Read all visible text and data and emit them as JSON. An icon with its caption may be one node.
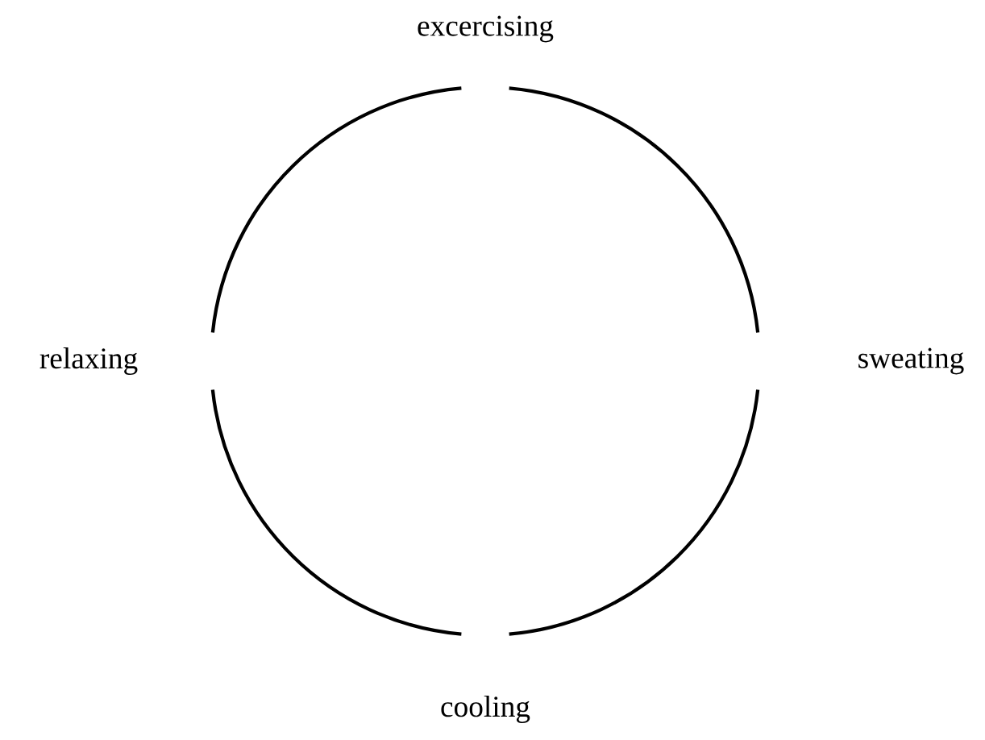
{
  "diagram": {
    "nodes": [
      {
        "text": [
          "excercising"
        ]
      },
      {
        "text": [
          "sweating"
        ]
      },
      {
        "text": [
          "cooling"
        ]
      },
      {
        "text": [
          "relaxing"
        ]
      }
    ],
    "edges": [
      {
        "from": 0,
        "to": 1,
        "arrow": "none"
      },
      {
        "from": 1,
        "to": 2,
        "arrow": "none"
      },
      {
        "from": 2,
        "to": 3,
        "arrow": "none"
      },
      {
        "from": 3,
        "to": 0,
        "arrow": "none"
      }
    ]
  }
}
